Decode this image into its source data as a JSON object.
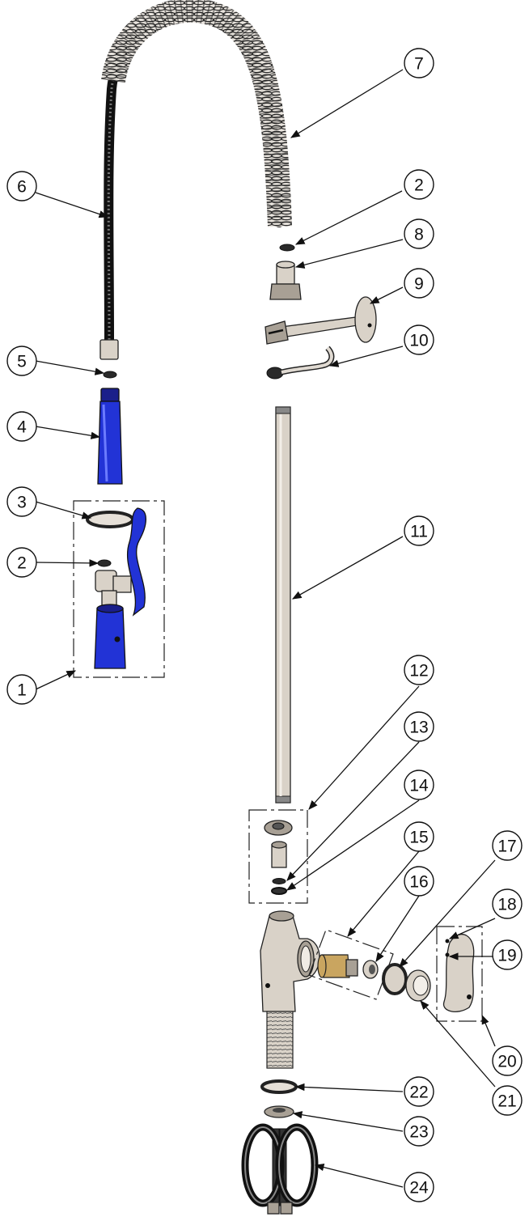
{
  "diagram": {
    "type": "exploded-parts-diagram",
    "callouts": [
      {
        "id": "c1",
        "label": "1"
      },
      {
        "id": "c2a",
        "label": "2"
      },
      {
        "id": "c2b",
        "label": "2"
      },
      {
        "id": "c3",
        "label": "3"
      },
      {
        "id": "c4",
        "label": "4"
      },
      {
        "id": "c5",
        "label": "5"
      },
      {
        "id": "c6",
        "label": "6"
      },
      {
        "id": "c7",
        "label": "7"
      },
      {
        "id": "c8",
        "label": "8"
      },
      {
        "id": "c9",
        "label": "9"
      },
      {
        "id": "c10",
        "label": "10"
      },
      {
        "id": "c11",
        "label": "11"
      },
      {
        "id": "c12",
        "label": "12"
      },
      {
        "id": "c13",
        "label": "13"
      },
      {
        "id": "c14",
        "label": "14"
      },
      {
        "id": "c15",
        "label": "15"
      },
      {
        "id": "c16",
        "label": "16"
      },
      {
        "id": "c17",
        "label": "17"
      },
      {
        "id": "c18",
        "label": "18"
      },
      {
        "id": "c19",
        "label": "19"
      },
      {
        "id": "c20",
        "label": "20"
      },
      {
        "id": "c21",
        "label": "21"
      },
      {
        "id": "c22",
        "label": "22"
      },
      {
        "id": "c23",
        "label": "23"
      },
      {
        "id": "c24",
        "label": "24"
      }
    ],
    "colors": {
      "steel": "#d9d2c8",
      "handle_blue": "#2233d6",
      "hose_dark": "#2a2a2a",
      "cartridge_brass": "#c9a560"
    }
  }
}
